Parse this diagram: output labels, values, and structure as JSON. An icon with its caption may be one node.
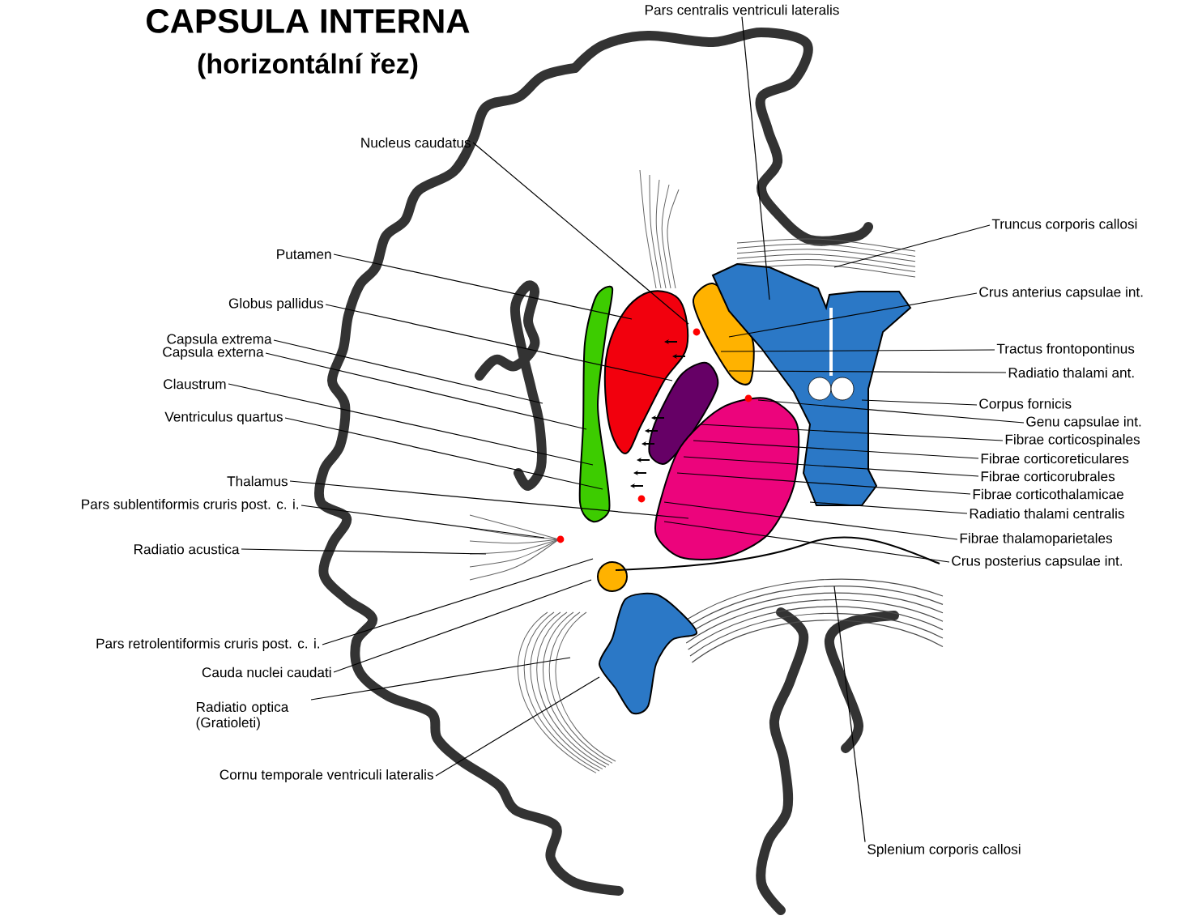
{
  "diagram": {
    "title": "CAPSULA INTERNA",
    "nodes": [
      {
        "text": [
          "Nucleus caudatus"
        ]
      },
      {
        "text": [
          "Putamen"
        ]
      },
      {
        "text": [
          "Globus pallidus"
        ]
      },
      {
        "text": [
          "Capsula extrema"
        ]
      },
      {
        "text": [
          "Capsula externa"
        ]
      },
      {
        "text": [
          "Claustrum"
        ]
      },
      {
        "text": [
          "Ventriculus quartus"
        ]
      },
      {
        "text": [
          "Thalamus"
        ]
      },
      {
        "text": [
          "Pars sublentiformis cruris post. c. i."
        ]
      },
      {
        "text": [
          "Radiatio acustica"
        ]
      },
      {
        "text": [
          "Pars retrolentiformis cruris post. c. i."
        ]
      },
      {
        "text": [
          "Cauda nuclei caudati"
        ]
      },
      {
        "text": [
          "Radiatio optica (Gratioleti)"
        ]
      },
      {
        "text": [
          "Cornu temporale ventriculi lateralis"
        ]
      },
      {
        "text": [
          "Pars centralis ventriculi lateralis"
        ]
      },
      {
        "text": [
          "Truncus corporis callosi"
        ]
      },
      {
        "text": [
          "Crus anterius capsulae int."
        ]
      },
      {
        "text": [
          "Tractus frontopontinus"
        ]
      },
      {
        "text": [
          "Radiatio thalami ant."
        ]
      },
      {
        "text": [
          "Corpus fornicis"
        ]
      },
      {
        "text": [
          "Genu capsulae int."
        ]
      },
      {
        "text": [
          "Fibrae corticospinales"
        ]
      },
      {
        "text": [
          "Fibrae corticoreticulares"
        ]
      },
      {
        "text": [
          "Fibrae corticorubrales"
        ]
      },
      {
        "text": [
          "Fibrae corticothalamicae"
        ]
      },
      {
        "text": [
          "Radiatio thalami centralis"
        ]
      },
      {
        "text": [
          "Fibrae thalamoparietales"
        ]
      },
      {
        "text": [
          "Crus posterius capsulae int."
        ]
      },
      {
        "text": [
          "Splenium corporis callosi"
        ]
      }
    ],
    "edges": [
      {
        "from": 0,
        "to": null,
        "arrow": "none"
      },
      {
        "from": 1,
        "to": null,
        "arrow": "none"
      },
      {
        "from": 2,
        "to": null,
        "arrow": "none"
      },
      {
        "from": 3,
        "to": null,
        "arrow": "none"
      },
      {
        "from": 4,
        "to": null,
        "arrow": "none"
      },
      {
        "from": 5,
        "to": null,
        "arrow": "none"
      },
      {
        "from": 6,
        "to": null,
        "arrow": "none"
      },
      {
        "from": 7,
        "to": null,
        "arrow": "none"
      },
      {
        "from": 8,
        "to": null,
        "arrow": "none"
      },
      {
        "from": 9,
        "to": null,
        "arrow": "none"
      },
      {
        "from": 10,
        "to": null,
        "arrow": "none"
      },
      {
        "from": 11,
        "to": null,
        "arrow": "none"
      },
      {
        "from": 12,
        "to": null,
        "arrow": "none"
      },
      {
        "from": 13,
        "to": null,
        "arrow": "none"
      },
      {
        "from": 14,
        "to": null,
        "arrow": "none"
      },
      {
        "from": 15,
        "to": null,
        "arrow": "none"
      },
      {
        "from": 16,
        "to": null,
        "arrow": "none"
      },
      {
        "from": 17,
        "to": null,
        "arrow": "none"
      },
      {
        "from": 18,
        "to": null,
        "arrow": "none"
      },
      {
        "from": 19,
        "to": null,
        "arrow": "none"
      },
      {
        "from": 20,
        "to": null,
        "arrow": "none"
      },
      {
        "from": 21,
        "to": null,
        "arrow": "none"
      },
      {
        "from": 22,
        "to": null,
        "arrow": "none"
      },
      {
        "from": 23,
        "to": null,
        "arrow": "none"
      },
      {
        "from": 24,
        "to": null,
        "arrow": "none"
      },
      {
        "from": 25,
        "to": null,
        "arrow": "none"
      },
      {
        "from": 26,
        "to": null,
        "arrow": "none"
      },
      {
        "from": 27,
        "to": null,
        "arrow": "none"
      },
      {
        "from": 28,
        "to": null,
        "arrow": "none"
      }
    ],
    "labels": [
      "(horizontální řez)"
    ]
  }
}
